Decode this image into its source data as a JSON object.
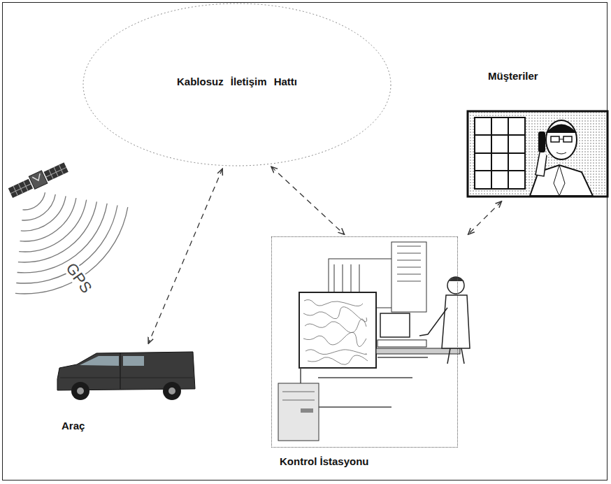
{
  "diagram": {
    "nodes": [
      {
        "text": [
          "Kablosuz İletişim Hattı"
        ]
      },
      {
        "text": [
          "Müşteriler"
        ]
      },
      {
        "text": [
          "Kontrol İstasyonu"
        ]
      },
      {
        "text": [
          "Araç"
        ]
      }
    ],
    "edges": [
      {
        "from": 0,
        "to": 3,
        "arrow": "both"
      },
      {
        "from": 0,
        "to": 2,
        "arrow": "both"
      },
      {
        "from": 1,
        "to": 2,
        "arrow": "both"
      }
    ],
    "labels": [
      "GPS"
    ]
  }
}
